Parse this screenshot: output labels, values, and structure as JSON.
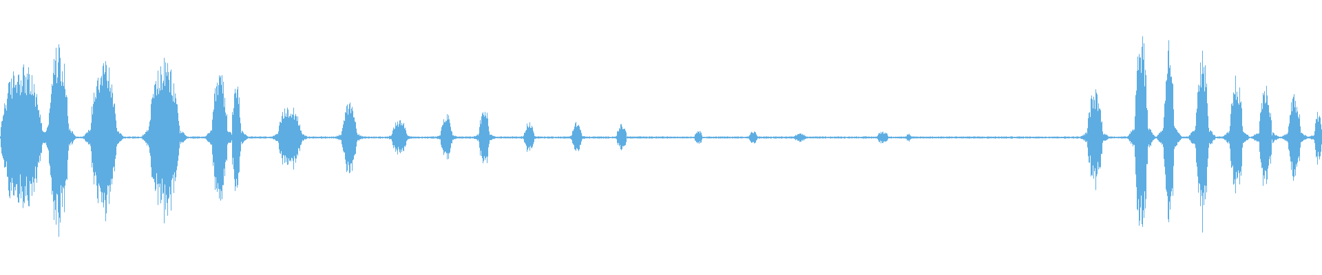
{
  "waveform": {
    "color": "#5dade2",
    "background": "#ffffff",
    "description_segments_note": "",
    "segments": [
      {
        "start": 0.0,
        "end": 0.032,
        "amp": 0.28
      },
      {
        "start": 0.036,
        "end": 0.052,
        "amp": 0.35
      },
      {
        "start": 0.068,
        "end": 0.088,
        "amp": 0.31
      },
      {
        "start": 0.112,
        "end": 0.136,
        "amp": 0.29
      },
      {
        "start": 0.16,
        "end": 0.172,
        "amp": 0.25
      },
      {
        "start": 0.175,
        "end": 0.182,
        "amp": 0.24
      },
      {
        "start": 0.21,
        "end": 0.228,
        "amp": 0.13
      },
      {
        "start": 0.258,
        "end": 0.27,
        "amp": 0.13
      },
      {
        "start": 0.296,
        "end": 0.308,
        "amp": 0.07
      },
      {
        "start": 0.333,
        "end": 0.342,
        "amp": 0.09
      },
      {
        "start": 0.362,
        "end": 0.37,
        "amp": 0.12
      },
      {
        "start": 0.396,
        "end": 0.404,
        "amp": 0.06
      },
      {
        "start": 0.432,
        "end": 0.44,
        "amp": 0.06
      },
      {
        "start": 0.466,
        "end": 0.474,
        "amp": 0.05
      },
      {
        "start": 0.525,
        "end": 0.531,
        "amp": 0.03
      },
      {
        "start": 0.566,
        "end": 0.573,
        "amp": 0.025
      },
      {
        "start": 0.6,
        "end": 0.61,
        "amp": 0.015
      },
      {
        "start": 0.663,
        "end": 0.672,
        "amp": 0.025
      },
      {
        "start": 0.685,
        "end": 0.689,
        "amp": 0.015
      },
      {
        "start": 0.822,
        "end": 0.834,
        "amp": 0.18
      },
      {
        "start": 0.858,
        "end": 0.868,
        "amp": 0.42
      },
      {
        "start": 0.88,
        "end": 0.888,
        "amp": 0.37
      },
      {
        "start": 0.904,
        "end": 0.914,
        "amp": 0.33
      },
      {
        "start": 0.93,
        "end": 0.94,
        "amp": 0.23
      },
      {
        "start": 0.952,
        "end": 0.962,
        "amp": 0.2
      },
      {
        "start": 0.974,
        "end": 0.984,
        "amp": 0.16
      },
      {
        "start": 0.994,
        "end": 1.0,
        "amp": 0.1
      }
    ]
  }
}
